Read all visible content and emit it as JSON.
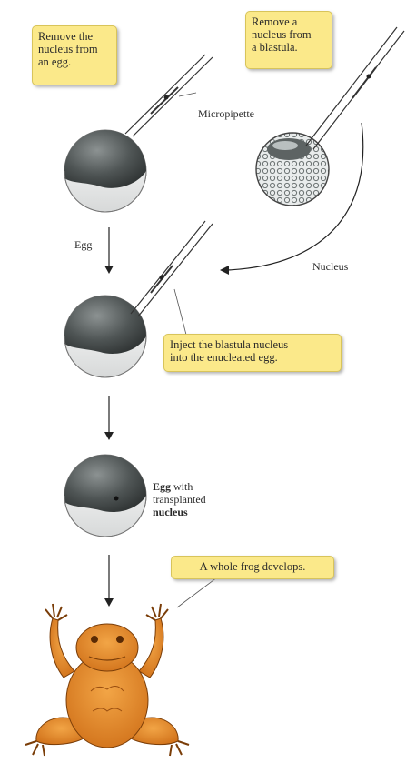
{
  "callouts": {
    "remove_egg_nucleus": [
      "Remove the",
      "nucleus from",
      "an egg."
    ],
    "remove_blastula_nucleus": [
      "Remove a",
      "nucleus from",
      "a blastula."
    ],
    "inject": [
      "Inject the blastula nucleus",
      "into the enucleated egg."
    ],
    "frog_develops": "A whole frog develops."
  },
  "labels": {
    "micropipette": "Micropipette",
    "egg": "Egg",
    "nucleus": "Nucleus",
    "egg_with": "Egg",
    "egg_with_rest": " with",
    "transplanted": "transplanted",
    "nucleus_bold": "nucleus"
  },
  "colors": {
    "callout_fill": "#fbe98a",
    "egg_dark": "#4a4f4f",
    "egg_light": "#f4f4f4",
    "frog": "#e8892a",
    "arrow": "#222222"
  },
  "icons": [
    "micropipette-icon",
    "egg-icon",
    "blastula-icon",
    "frog-icon",
    "arrow-icon"
  ]
}
